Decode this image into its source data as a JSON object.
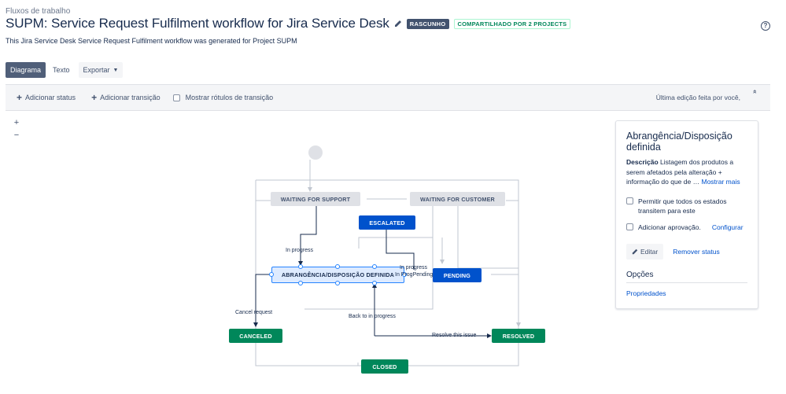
{
  "breadcrumb": "Fluxos de trabalho",
  "title": "SUPM: Service Request Fulfilment workflow for Jira Service Desk",
  "draft_badge": "RASCUNHO",
  "shared_badge": "COMPARTILHADO POR 2 PROJECTS",
  "help_icon": "?",
  "subtitle": "This Jira Service Desk Service Request Fulfilment workflow was generated for Project SUPM",
  "tabs": {
    "diagram": "Diagrama",
    "text": "Texto",
    "export": "Exportar"
  },
  "toolbar": {
    "add_status": "Adicionar status",
    "add_transition": "Adicionar transição",
    "show_labels": "Mostrar rótulos de transição",
    "last_edit": "Última edição feita por você,"
  },
  "zoom": {
    "in": "+",
    "out": "−"
  },
  "statuses": {
    "waiting_support": "WAITING FOR SUPPORT",
    "waiting_customer": "WAITING FOR CUSTOMER",
    "escalated": "ESCALATED",
    "scope": "ABRANGÊNCIA/DISPOSIÇÃO DEFINIDA",
    "pending": "PENDING",
    "canceled": "CANCELED",
    "resolved": "RESOLVED",
    "closed": "CLOSED"
  },
  "transitions": {
    "in_progress_1": "In progress",
    "in_progress_2": "In progress",
    "in_prog_pending": "In ProgPending",
    "cancel_request": "Cancel request",
    "back_to_in_progress": "Back to in progress",
    "resolve_issue": "Resolve this issue"
  },
  "panel": {
    "title": "Abrangência/Disposição definida",
    "desc_label": "Descrição",
    "desc_text": "Listagem dos produtos a serem afetados pela alteração + informação do que de",
    "ellipsis": "…",
    "show_more": "Mostrar mais",
    "allow_all": "Permitir que todos os estados transitem para este",
    "add_approval": "Adicionar aprovação.",
    "configure": "Configurar",
    "edit": "Editar",
    "remove": "Remover status",
    "options": "Opções",
    "properties": "Propriedades"
  },
  "colors": {
    "grey_status": "#dfe1e6",
    "blue_status": "#0052cc",
    "green_status": "#00875a",
    "selected_border": "#2684ff",
    "nav_active": "#505f79"
  }
}
